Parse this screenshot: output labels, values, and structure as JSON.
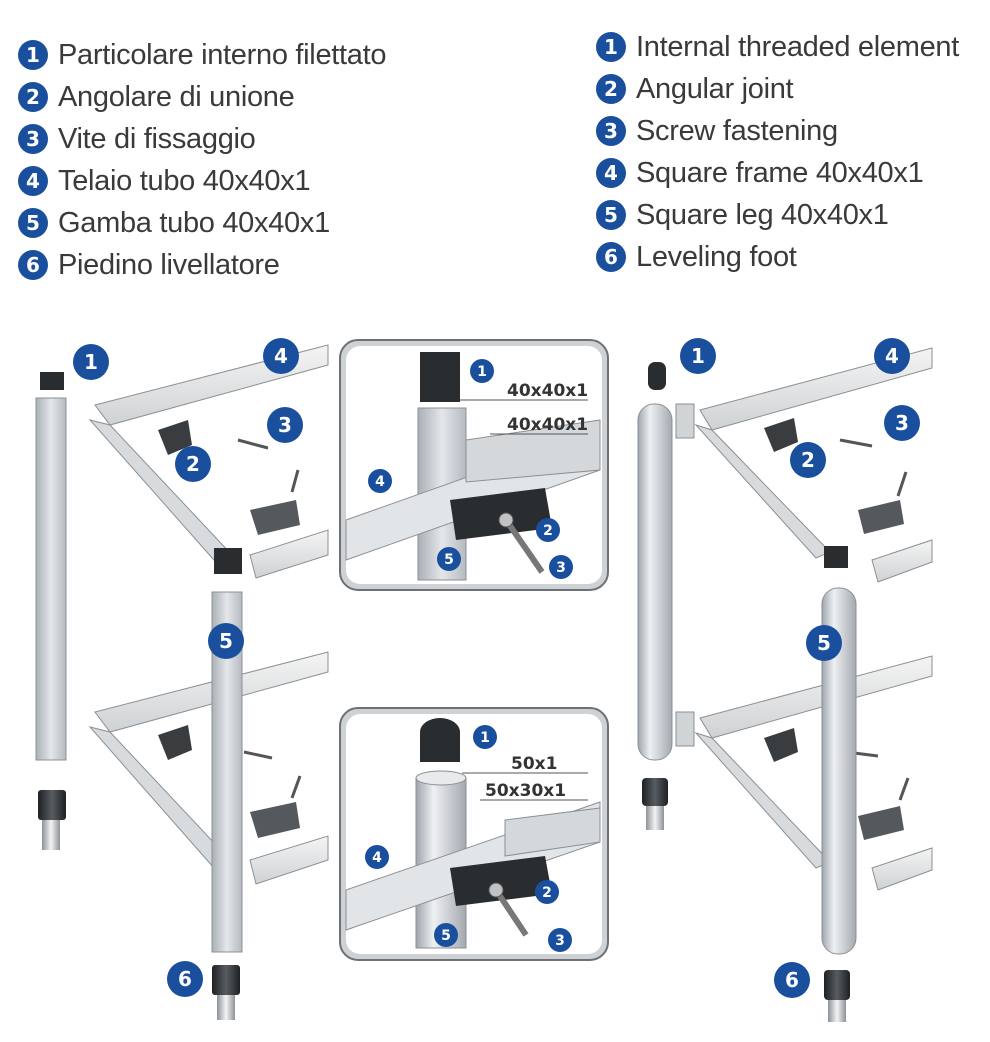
{
  "legend_it": [
    {
      "num": "1",
      "label": "Particolare interno filettato"
    },
    {
      "num": "2",
      "label": "Angolare di unione"
    },
    {
      "num": "3",
      "label": "Vite di fissaggio"
    },
    {
      "num": "4",
      "label": "Telaio tubo 40x40x1"
    },
    {
      "num": "5",
      "label": "Gamba tubo 40x40x1"
    },
    {
      "num": "6",
      "label": "Piedino livellatore"
    }
  ],
  "legend_en": [
    {
      "num": "1",
      "label": "Internal threaded element"
    },
    {
      "num": "2",
      "label": "Angular joint"
    },
    {
      "num": "3",
      "label": "Screw fastening"
    },
    {
      "num": "4",
      "label": "Square frame 40x40x1"
    },
    {
      "num": "5",
      "label": "Square leg 40x40x1"
    },
    {
      "num": "6",
      "label": "Leveling foot"
    }
  ],
  "callouts": {
    "n1": "1",
    "n2": "2",
    "n3": "3",
    "n4": "4",
    "n5": "5",
    "n6": "6"
  },
  "detail_square": {
    "dim_top": "40x40x1",
    "dim_bottom": "40x40x1"
  },
  "detail_round": {
    "dim_top": "50x1",
    "dim_bottom": "50x30x1"
  },
  "colors": {
    "badge": "#1a4f9e",
    "tube": "#c9ced3",
    "tube_dark": "#9aa1a8",
    "plastic": "#2a2d30"
  }
}
